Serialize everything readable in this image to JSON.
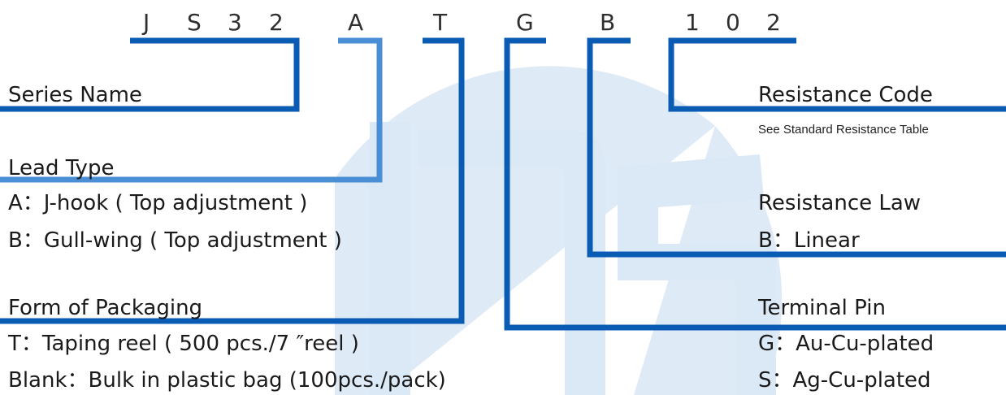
{
  "colors": {
    "line_dark": "#0a5bb4",
    "line_light": "#4a8fd6",
    "watermark": "#dbe8f6"
  },
  "watermark_icon": "js-logo-watermark",
  "part_code": {
    "c1": "J",
    "c2": "S",
    "c3": "3",
    "c4": "2",
    "c5": "A",
    "c6": "T",
    "c7": "G",
    "c8": "B",
    "c9": "1",
    "c10": "0",
    "c11": "2"
  },
  "left_fields": {
    "series_name": {
      "heading": "Series Name"
    },
    "lead_type": {
      "heading": "Lead Type",
      "options": [
        "A：J-hook ( Top adjustment )",
        "B：Gull-wing ( Top adjustment )"
      ]
    },
    "packaging": {
      "heading": "Form of Packaging",
      "options": [
        "T：Taping reel ( 500 pcs./7 ″reel )",
        "Blank：Bulk in plastic bag (100pcs./pack)"
      ]
    }
  },
  "right_fields": {
    "resistance_code": {
      "heading": "Resistance Code",
      "note": "See Standard Resistance Table"
    },
    "resistance_law": {
      "heading": "Resistance Law",
      "options": [
        "B：Linear"
      ]
    },
    "terminal_pin": {
      "heading": "Terminal Pin",
      "options": [
        "G：Au-Cu-plated",
        "S：Ag-Cu-plated"
      ]
    }
  }
}
